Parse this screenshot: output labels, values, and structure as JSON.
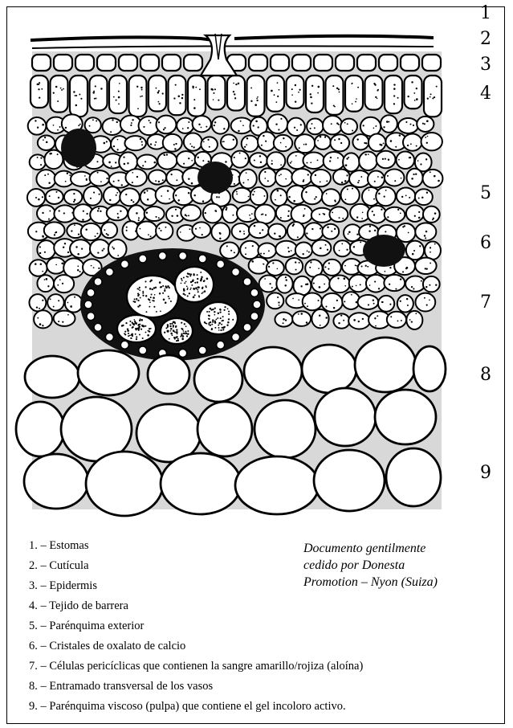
{
  "diagram": {
    "numbers": [
      "1",
      "2",
      "3",
      "4",
      "5",
      "6",
      "7",
      "8",
      "9"
    ],
    "legend": [
      "1. – Estomas",
      "2. – Cutícula",
      "3. – Epidermis",
      "4. – Tejido de barrera",
      "5. – Parénquima exterior",
      "6. – Cristales de oxalato de calcio",
      "7. – Células pericíclicas que contienen la sangre amarillo/rojiza (aloína)",
      "8. – Entramado transversal de los vasos",
      "9. – Parénquima viscoso (pulpa) que contiene el gel incoloro activo."
    ],
    "credit": [
      "Documento gentilmente",
      "cedido por Donesta",
      "Promotion – Nyon (Suiza)"
    ]
  }
}
